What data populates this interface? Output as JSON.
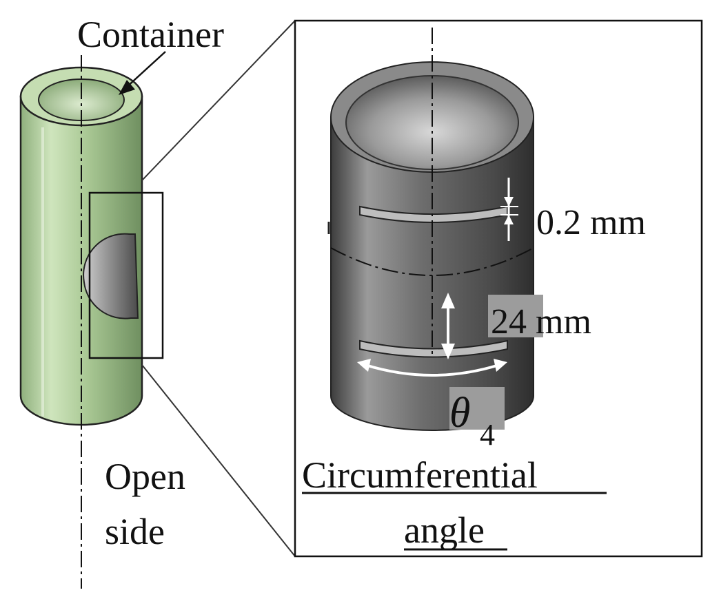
{
  "labels": {
    "container": "Container",
    "open_side_line1": "Open",
    "open_side_line2": "side",
    "slit_width": "0.2 mm",
    "slit_spacing": "24 mm",
    "theta_symbol": "θ",
    "theta_subscript": "4",
    "circumferential_line1": "Circumferential",
    "circumferential_line2": "angle"
  },
  "colors": {
    "container_green": "#b7d4a4",
    "container_green_dark": "#7f9e70",
    "metal_gray": "#5a5a5a",
    "metal_light": "#a8a8a8",
    "label_box_gray": "#9c9c9c"
  }
}
